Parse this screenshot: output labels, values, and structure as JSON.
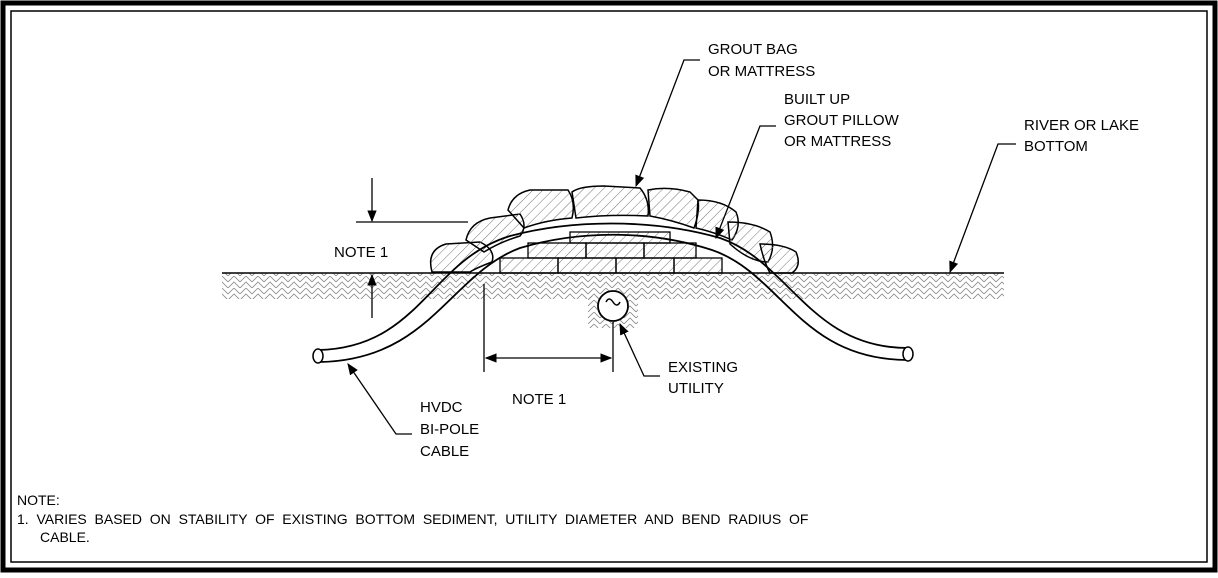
{
  "labels": {
    "grout_bag_1": "GROUT BAG",
    "grout_bag_2": "OR MATTRESS",
    "built_up_1": "BUILT UP",
    "built_up_2": "GROUT PILLOW",
    "built_up_3": "OR MATTRESS",
    "river_1": "RIVER OR LAKE",
    "river_2": "BOTTOM",
    "note1_height": "NOTE 1",
    "note1_width": "NOTE 1",
    "utility_1": "EXISTING",
    "utility_2": "UTILITY",
    "hvdc_1": "HVDC",
    "hvdc_2": "BI-POLE",
    "hvdc_3": "CABLE"
  },
  "notes": {
    "heading": "NOTE:",
    "item1_line1": "1.  VARIES  BASED  ON  STABILITY  OF  EXISTING  BOTTOM  SEDIMENT,  UTILITY  DIAMETER  AND  BEND  RADIUS  OF",
    "item1_line2": "CABLE."
  }
}
